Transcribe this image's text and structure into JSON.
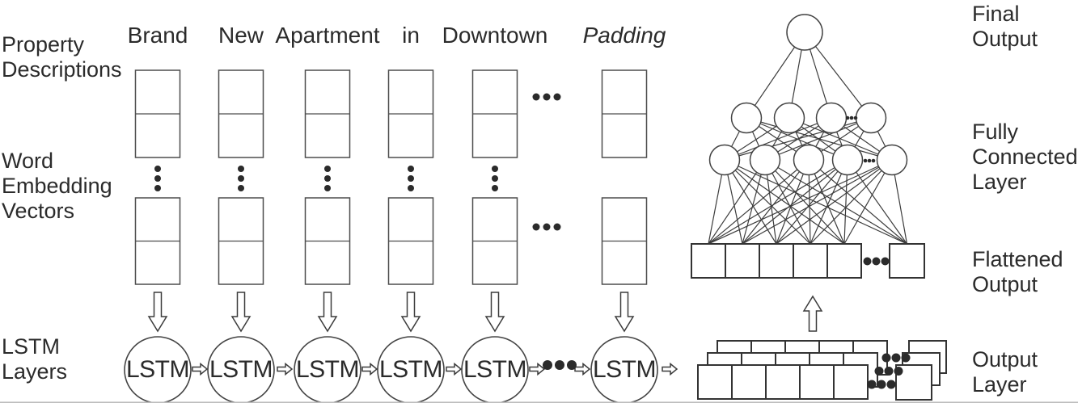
{
  "labels": {
    "property_descriptions": "Property\nDescriptions",
    "word_embedding_vectors": "Word\nEmbedding\nVectors",
    "lstm_layers": "LSTM\nLayers",
    "final_output": "Final\nOutput",
    "fully_connected_layer": "Fully\nConnected\nLayer",
    "flattened_output": "Flattened\nOutput",
    "output_layer": "Output\nLayer"
  },
  "words": [
    "Brand",
    "New",
    "Apartment",
    "in",
    "Downtown",
    "Padding"
  ],
  "lstm_label": "LSTM",
  "icons": {
    "down_arrow": "down-block-arrow",
    "right_arrow": "right-block-arrow",
    "up_arrow": "up-block-arrow",
    "ellipsis": "continuation-dots"
  },
  "colors": {
    "ink": "#2b2b2b",
    "line": "#3c3c3c",
    "background": "#ffffff"
  }
}
